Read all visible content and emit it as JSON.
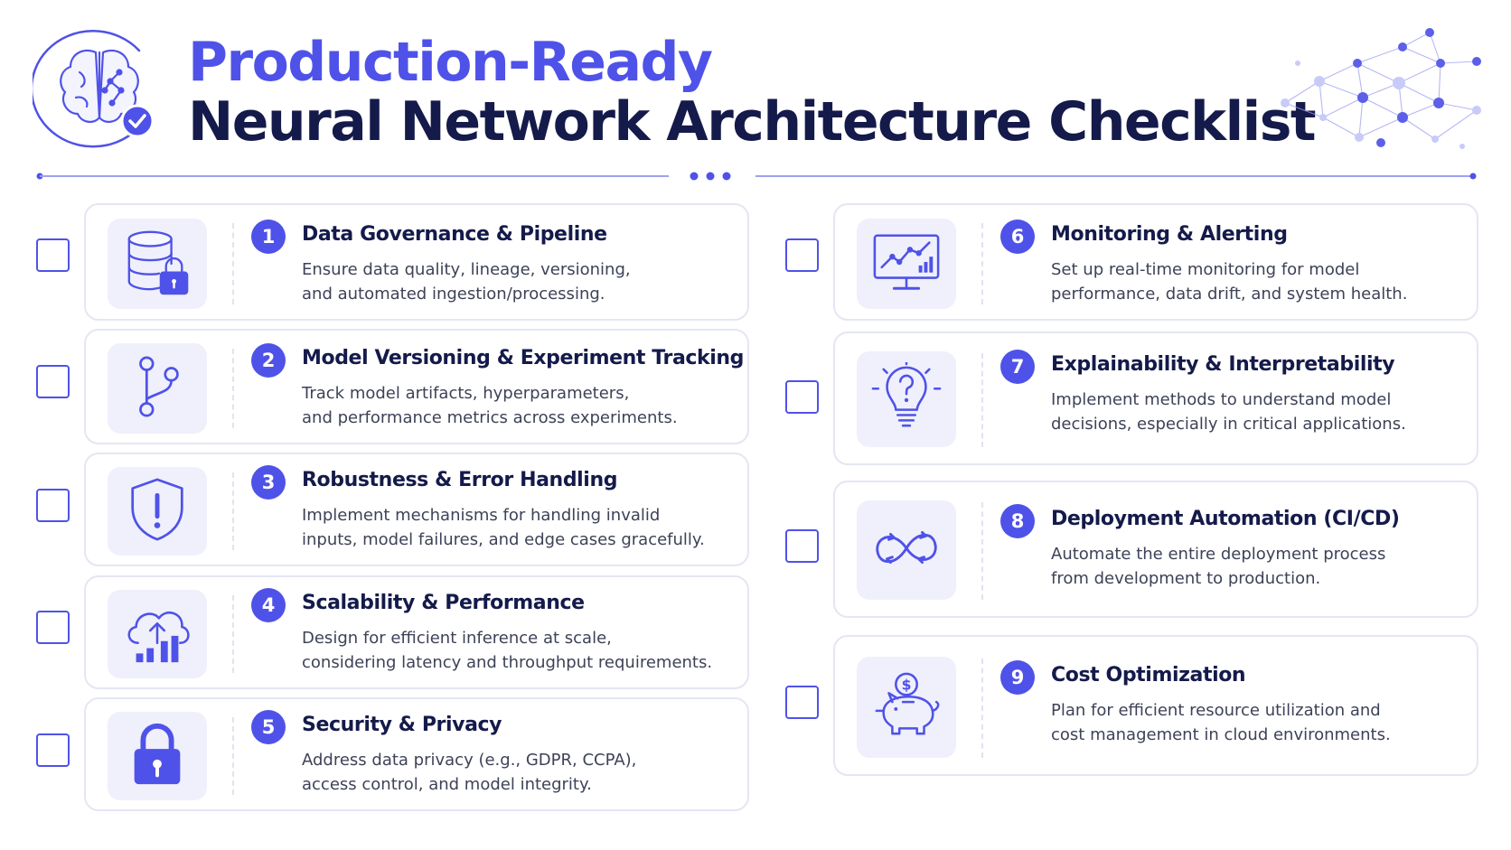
{
  "header": {
    "title_line1": "Production-Ready",
    "title_line2": "Neural Network Architecture Checklist"
  },
  "colors": {
    "accent": "#4f52e8",
    "heading": "#141a4a",
    "body_text": "#3d4257",
    "tile_bg": "#eff0fb",
    "card_border": "#e4e6f2"
  },
  "items": [
    {
      "number": "1",
      "title": "Data Governance & Pipeline",
      "desc_line1": "Ensure data quality, lineage, versioning,",
      "desc_line2": "and automated ingestion/processing.",
      "icon": "database-lock-icon"
    },
    {
      "number": "2",
      "title": "Model Versioning & Experiment Tracking",
      "desc_line1": "Track model artifacts, hyperparameters,",
      "desc_line2": "and performance metrics across experiments.",
      "icon": "git-branch-icon"
    },
    {
      "number": "3",
      "title": "Robustness & Error Handling",
      "desc_line1": "Implement mechanisms for handling invalid",
      "desc_line2": "inputs, model failures, and edge cases gracefully.",
      "icon": "shield-alert-icon"
    },
    {
      "number": "4",
      "title": "Scalability & Performance",
      "desc_line1": "Design for efficient inference at scale,",
      "desc_line2": "considering latency and throughput requirements.",
      "icon": "cloud-scale-icon"
    },
    {
      "number": "5",
      "title": "Security & Privacy",
      "desc_line1": "Address data privacy (e.g., GDPR, CCPA),",
      "desc_line2": "access control, and model integrity.",
      "icon": "padlock-icon"
    },
    {
      "number": "6",
      "title": "Monitoring & Alerting",
      "desc_line1": "Set up real-time monitoring for model",
      "desc_line2": "performance, data drift, and system health.",
      "icon": "monitor-chart-icon"
    },
    {
      "number": "7",
      "title": "Explainability & Interpretability",
      "desc_line1": "Implement methods to understand model",
      "desc_line2": "decisions, especially in critical applications.",
      "icon": "lightbulb-question-icon"
    },
    {
      "number": "8",
      "title": "Deployment Automation (CI/CD)",
      "desc_line1": "Automate the entire deployment process",
      "desc_line2": "from development to production.",
      "icon": "infinity-loop-icon"
    },
    {
      "number": "9",
      "title": "Cost Optimization",
      "desc_line1": "Plan for efficient resource utilization and",
      "desc_line2": "cost management in cloud environments.",
      "icon": "piggy-bank-icon"
    }
  ]
}
